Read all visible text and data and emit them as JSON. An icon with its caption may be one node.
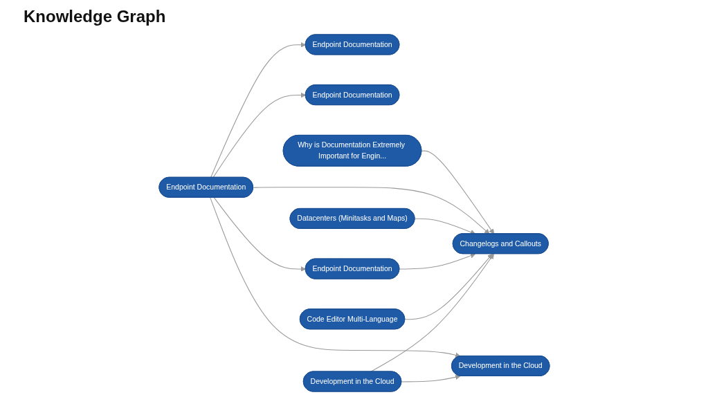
{
  "diagram": {
    "title": "Knowledge Graph",
    "nodes": [
      {
        "text": [
          "Code Editor Multi-Language"
        ]
      },
      {
        "text": [
          "Endpoint Documentation"
        ]
      },
      {
        "text": [
          "Endpoint Documentation"
        ]
      },
      {
        "text": [
          "Development in the Cloud"
        ]
      },
      {
        "text": [
          "Datacenters (Minitasks and Maps)"
        ]
      },
      {
        "text": [
          "Changelogs and Callouts"
        ]
      },
      {
        "text": [
          "Endpoint Documentation"
        ]
      },
      {
        "text": [
          "Development in the Cloud"
        ]
      },
      {
        "text": [
          "Endpoint Documentation"
        ]
      },
      {
        "text": [
          "Why is Documentation Extremely Important for Engin..."
        ]
      }
    ],
    "edges": [
      {
        "from": 3,
        "to": 5,
        "arrow": "to"
      },
      {
        "from": 3,
        "to": 7,
        "arrow": "to"
      },
      {
        "from": 0,
        "to": 5,
        "arrow": "to"
      },
      {
        "from": 1,
        "to": 5,
        "arrow": "to"
      },
      {
        "from": 4,
        "to": 5,
        "arrow": "to"
      },
      {
        "from": 8,
        "to": 5,
        "arrow": "to"
      },
      {
        "from": 8,
        "to": 7,
        "arrow": "to"
      },
      {
        "from": 8,
        "to": 1,
        "arrow": "to"
      },
      {
        "from": 8,
        "to": 2,
        "arrow": "to"
      },
      {
        "from": 8,
        "to": 6,
        "arrow": "to"
      },
      {
        "from": 9,
        "to": 5,
        "arrow": "to"
      }
    ]
  }
}
